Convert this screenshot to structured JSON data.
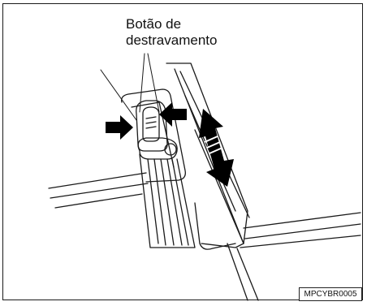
{
  "callout": {
    "line1": "Botão de",
    "line2": "destravamento"
  },
  "figure_code": "MPCYBR0005",
  "icons": [
    "press-arrow-left",
    "press-arrow-right",
    "slide-arrow-up-down"
  ],
  "colors": {
    "line": "#1a1a1a",
    "arrow": "#000000",
    "background": "#ffffff"
  }
}
